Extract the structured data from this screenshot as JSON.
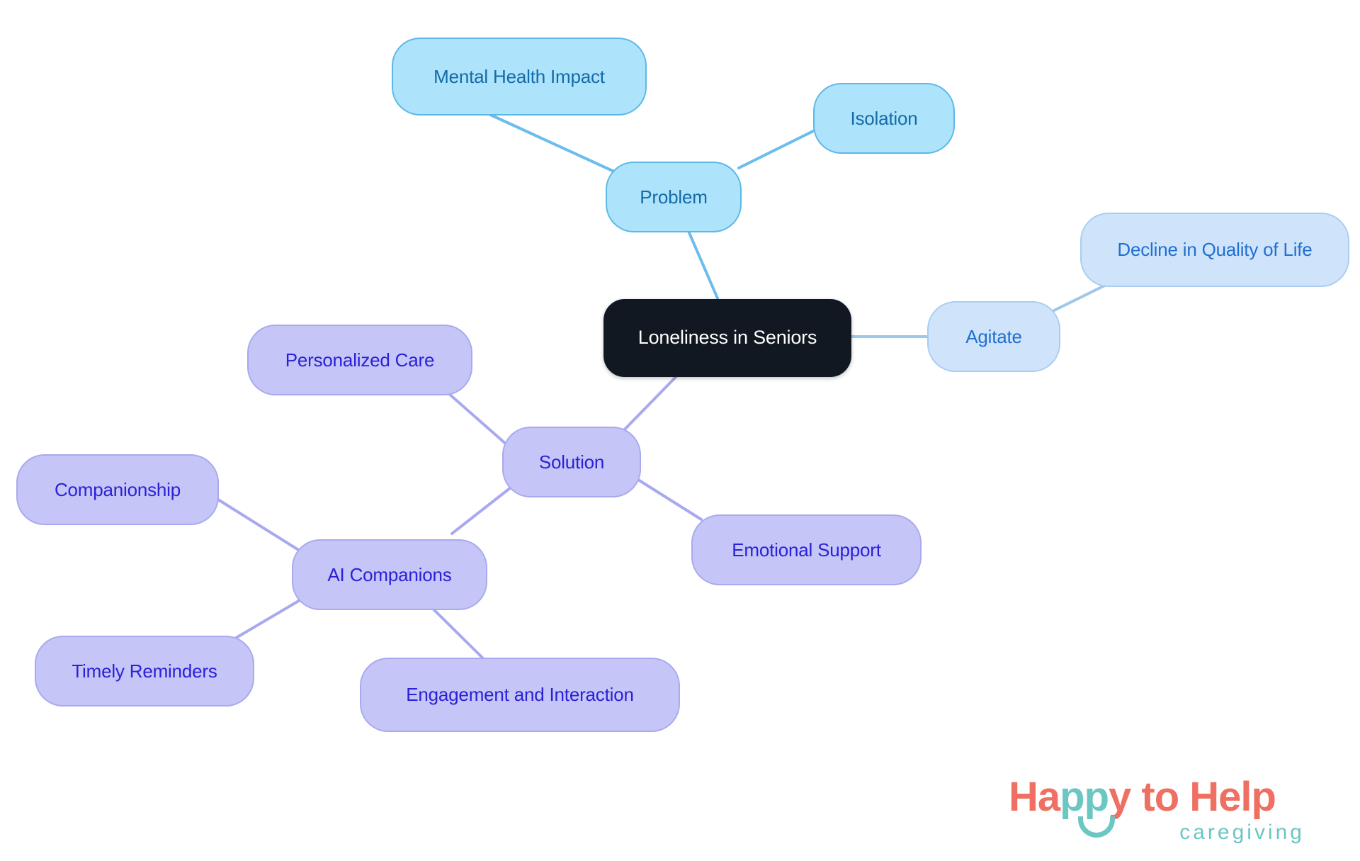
{
  "diagram": {
    "type": "mindmap",
    "title": "Loneliness in Seniors",
    "background": "#ffffff",
    "root": {
      "id": "root",
      "label": "Loneliness in Seniors",
      "fill": "#111822",
      "text_color": "#ffffff"
    },
    "branches": [
      {
        "id": "problem",
        "label": "Problem",
        "fill": "#ade3fb",
        "stroke": "#5bb8e8",
        "text_color": "#156ba8",
        "children": [
          {
            "id": "mental-health-impact",
            "label": "Mental Health Impact"
          },
          {
            "id": "isolation",
            "label": "Isolation"
          }
        ]
      },
      {
        "id": "agitate",
        "label": "Agitate",
        "fill": "#cfe4fb",
        "stroke": "#a9cdf2",
        "text_color": "#1f6fd0",
        "children": [
          {
            "id": "decline-in-quality-of-life",
            "label": "Decline in Quality of Life"
          }
        ]
      },
      {
        "id": "solution",
        "label": "Solution",
        "fill": "#c5c5f7",
        "stroke": "#a9a9ef",
        "text_color": "#2a21d8",
        "children": [
          {
            "id": "personalized-care",
            "label": "Personalized Care"
          },
          {
            "id": "emotional-support",
            "label": "Emotional Support"
          },
          {
            "id": "ai-companions",
            "label": "AI Companions",
            "children": [
              {
                "id": "companionship",
                "label": "Companionship"
              },
              {
                "id": "timely-reminders",
                "label": "Timely Reminders"
              },
              {
                "id": "engagement-and-interaction",
                "label": "Engagement and Interaction"
              }
            ]
          }
        ]
      }
    ]
  },
  "nodes": {
    "root": "Loneliness in Seniors",
    "problem": "Problem",
    "mental_health_impact": "Mental Health Impact",
    "isolation": "Isolation",
    "agitate": "Agitate",
    "decline_in_quality_of_life": "Decline in Quality of Life",
    "solution": "Solution",
    "personalized_care": "Personalized Care",
    "emotional_support": "Emotional Support",
    "ai_companions": "AI Companions",
    "companionship": "Companionship",
    "timely_reminders": "Timely Reminders",
    "engagement_and_interaction": "Engagement and Interaction"
  },
  "logo": {
    "word_happy_ha": "Ha",
    "word_happy_pp": "pp",
    "word_happy_y": "y",
    "word_to_help": " to Help",
    "tagline": "caregiving",
    "color_coral": "#ef6f63",
    "color_teal": "#6cc6c2"
  },
  "edges": [
    {
      "from": "root",
      "to": "problem",
      "color": "#6cbdec"
    },
    {
      "from": "problem",
      "to": "mental-health-impact",
      "color": "#6cbdec"
    },
    {
      "from": "problem",
      "to": "isolation",
      "color": "#6cbdec"
    },
    {
      "from": "root",
      "to": "agitate",
      "color": "#9fc7ea"
    },
    {
      "from": "agitate",
      "to": "decline-in-quality-of-life",
      "color": "#9fc7ea"
    },
    {
      "from": "root",
      "to": "solution",
      "color": "#a9a9ef"
    },
    {
      "from": "solution",
      "to": "personalized-care",
      "color": "#a9a9ef"
    },
    {
      "from": "solution",
      "to": "emotional-support",
      "color": "#a9a9ef"
    },
    {
      "from": "solution",
      "to": "ai-companions",
      "color": "#a9a9ef"
    },
    {
      "from": "ai-companions",
      "to": "companionship",
      "color": "#a9a9ef"
    },
    {
      "from": "ai-companions",
      "to": "timely-reminders",
      "color": "#a9a9ef"
    },
    {
      "from": "ai-companions",
      "to": "engagement-and-interaction",
      "color": "#a9a9ef"
    }
  ]
}
